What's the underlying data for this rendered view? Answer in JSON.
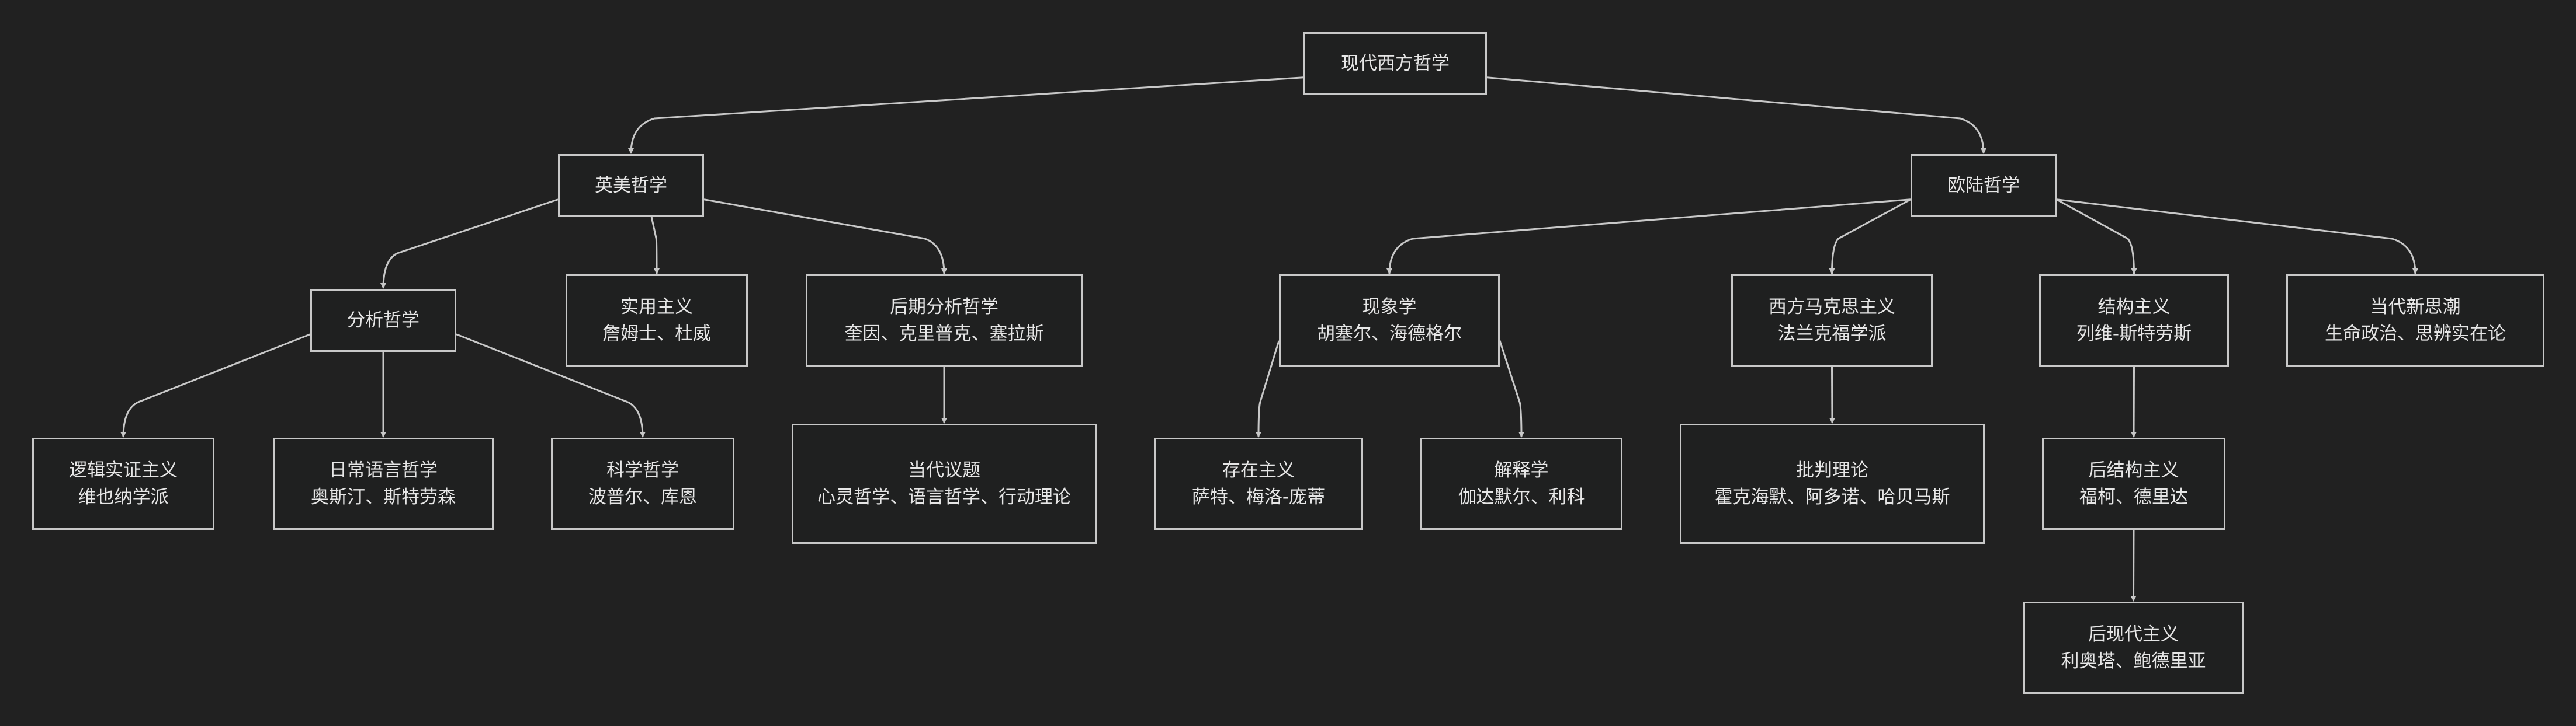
{
  "nodes": {
    "root": {
      "title": "现代西方哲学",
      "detail": ""
    },
    "anglo": {
      "title": "英美哲学",
      "detail": ""
    },
    "continental": {
      "title": "欧陆哲学",
      "detail": ""
    },
    "analytic": {
      "title": "分析哲学",
      "detail": ""
    },
    "pragmatism": {
      "title": "实用主义",
      "detail": "詹姆士、杜威"
    },
    "post_analytic": {
      "title": "后期分析哲学",
      "detail": "奎因、克里普克、塞拉斯"
    },
    "phenomenology": {
      "title": "现象学",
      "detail": "胡塞尔、海德格尔"
    },
    "western_marxism": {
      "title": "西方马克思主义",
      "detail": "法兰克福学派"
    },
    "structuralism": {
      "title": "结构主义",
      "detail": "列维-斯特劳斯"
    },
    "contemporary": {
      "title": "当代新思潮",
      "detail": "生命政治、思辨实在论"
    },
    "logical_positivism": {
      "title": "逻辑实证主义",
      "detail": "维也纳学派"
    },
    "ordinary_language": {
      "title": "日常语言哲学",
      "detail": "奥斯汀、斯特劳森"
    },
    "philosophy_of_science": {
      "title": "科学哲学",
      "detail": "波普尔、库恩"
    },
    "contemporary_issues": {
      "title": "当代议题",
      "detail": "心灵哲学、语言哲学、行动理论"
    },
    "existentialism": {
      "title": "存在主义",
      "detail": "萨特、梅洛-庞蒂"
    },
    "hermeneutics": {
      "title": "解释学",
      "detail": "伽达默尔、利科"
    },
    "critical_theory": {
      "title": "批判理论",
      "detail": "霍克海默、阿多诺、哈贝马斯"
    },
    "post_structuralism": {
      "title": "后结构主义",
      "detail": "福柯、德里达"
    },
    "postmodernism": {
      "title": "后现代主义",
      "detail": "利奥塔、鲍德里亚"
    }
  },
  "edges": [
    [
      "root",
      "anglo"
    ],
    [
      "root",
      "continental"
    ],
    [
      "anglo",
      "analytic"
    ],
    [
      "anglo",
      "pragmatism"
    ],
    [
      "anglo",
      "post_analytic"
    ],
    [
      "continental",
      "phenomenology"
    ],
    [
      "continental",
      "western_marxism"
    ],
    [
      "continental",
      "structuralism"
    ],
    [
      "continental",
      "contemporary"
    ],
    [
      "analytic",
      "logical_positivism"
    ],
    [
      "analytic",
      "ordinary_language"
    ],
    [
      "analytic",
      "philosophy_of_science"
    ],
    [
      "post_analytic",
      "contemporary_issues"
    ],
    [
      "phenomenology",
      "existentialism"
    ],
    [
      "phenomenology",
      "hermeneutics"
    ],
    [
      "western_marxism",
      "critical_theory"
    ],
    [
      "structuralism",
      "post_structuralism"
    ],
    [
      "post_structuralism",
      "postmodernism"
    ]
  ]
}
